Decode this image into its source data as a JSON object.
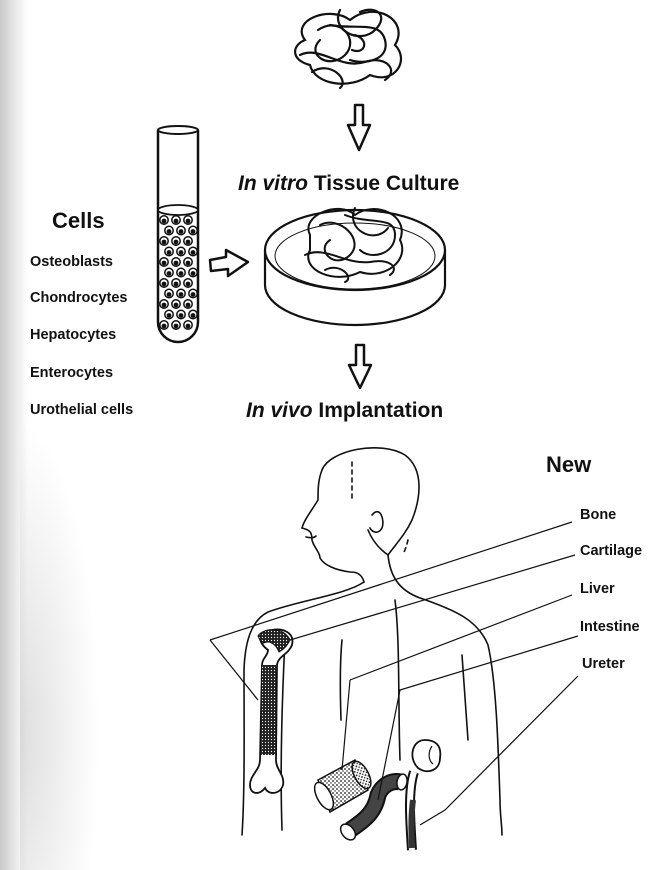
{
  "cells": {
    "heading": "Cells",
    "types": [
      "Osteoblasts",
      "Chondrocytes",
      "Hepatocytes",
      "Enterocytes",
      "Urothelial cells"
    ]
  },
  "culture": {
    "italic": "In vitro",
    "rest": " Tissue Culture"
  },
  "implant": {
    "italic": "In vivo",
    "rest": " Implantation"
  },
  "new": {
    "heading": "New",
    "tissues": [
      "Bone",
      "Cartilage",
      "Liver",
      "Intestine",
      "Ureter"
    ]
  }
}
